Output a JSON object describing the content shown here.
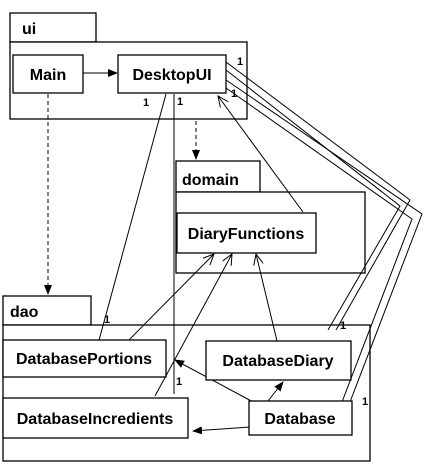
{
  "packages": {
    "ui": "ui",
    "domain": "domain",
    "dao": "dao"
  },
  "classes": {
    "main": "Main",
    "desktop_ui": "DesktopUI",
    "diary_functions": "DiaryFunctions",
    "database_portions": "DatabasePortions",
    "database_diary": "DatabaseDiary",
    "database_incredients": "DatabaseIncredients",
    "database": "Database"
  },
  "multiplicities": {
    "desktopui_right_top": "1",
    "desktopui_right_bottom": "1",
    "desktopui_bottom_left": "1",
    "desktopui_bottom_right": "1",
    "portions_top": "1",
    "dao_right_top": "1",
    "incredients_left": "1",
    "database_right": "1"
  }
}
